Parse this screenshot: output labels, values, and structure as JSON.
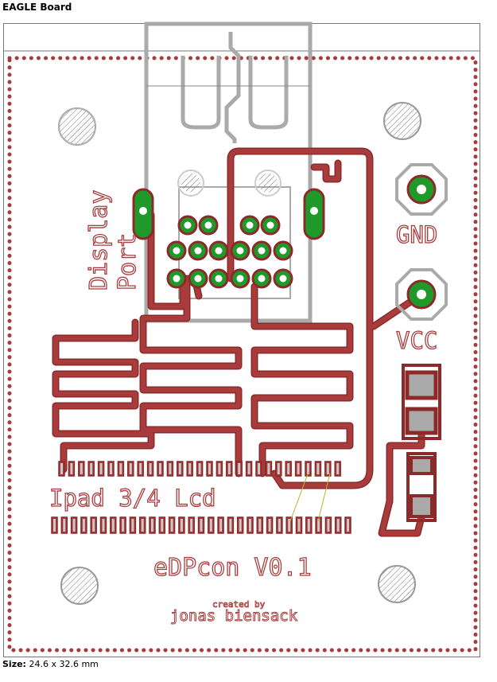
{
  "header": {
    "title": "EAGLE Board"
  },
  "footer": {
    "size_label": "Size:",
    "size_value": "24.6 x 32.6 mm"
  },
  "board": {
    "labels": {
      "display_port_line1": "Display",
      "display_port_line2": "Port",
      "gnd": "GND",
      "vcc": "VCC",
      "lcd": "Ipad 3/4 Lcd",
      "version": "eDPcon V0.1",
      "credit_line1": "created by",
      "credit_line2": "jonas biensack"
    },
    "colors": {
      "trace": "#a83c3c",
      "trace_outline": "#8c2a2a",
      "pad": "#1f9a2a",
      "outline": "#aaaaaa",
      "frame": "#777777"
    },
    "icons": [
      "mounting-hole-icon",
      "via-icon",
      "pad-icon",
      "connector-outline-icon"
    ]
  }
}
